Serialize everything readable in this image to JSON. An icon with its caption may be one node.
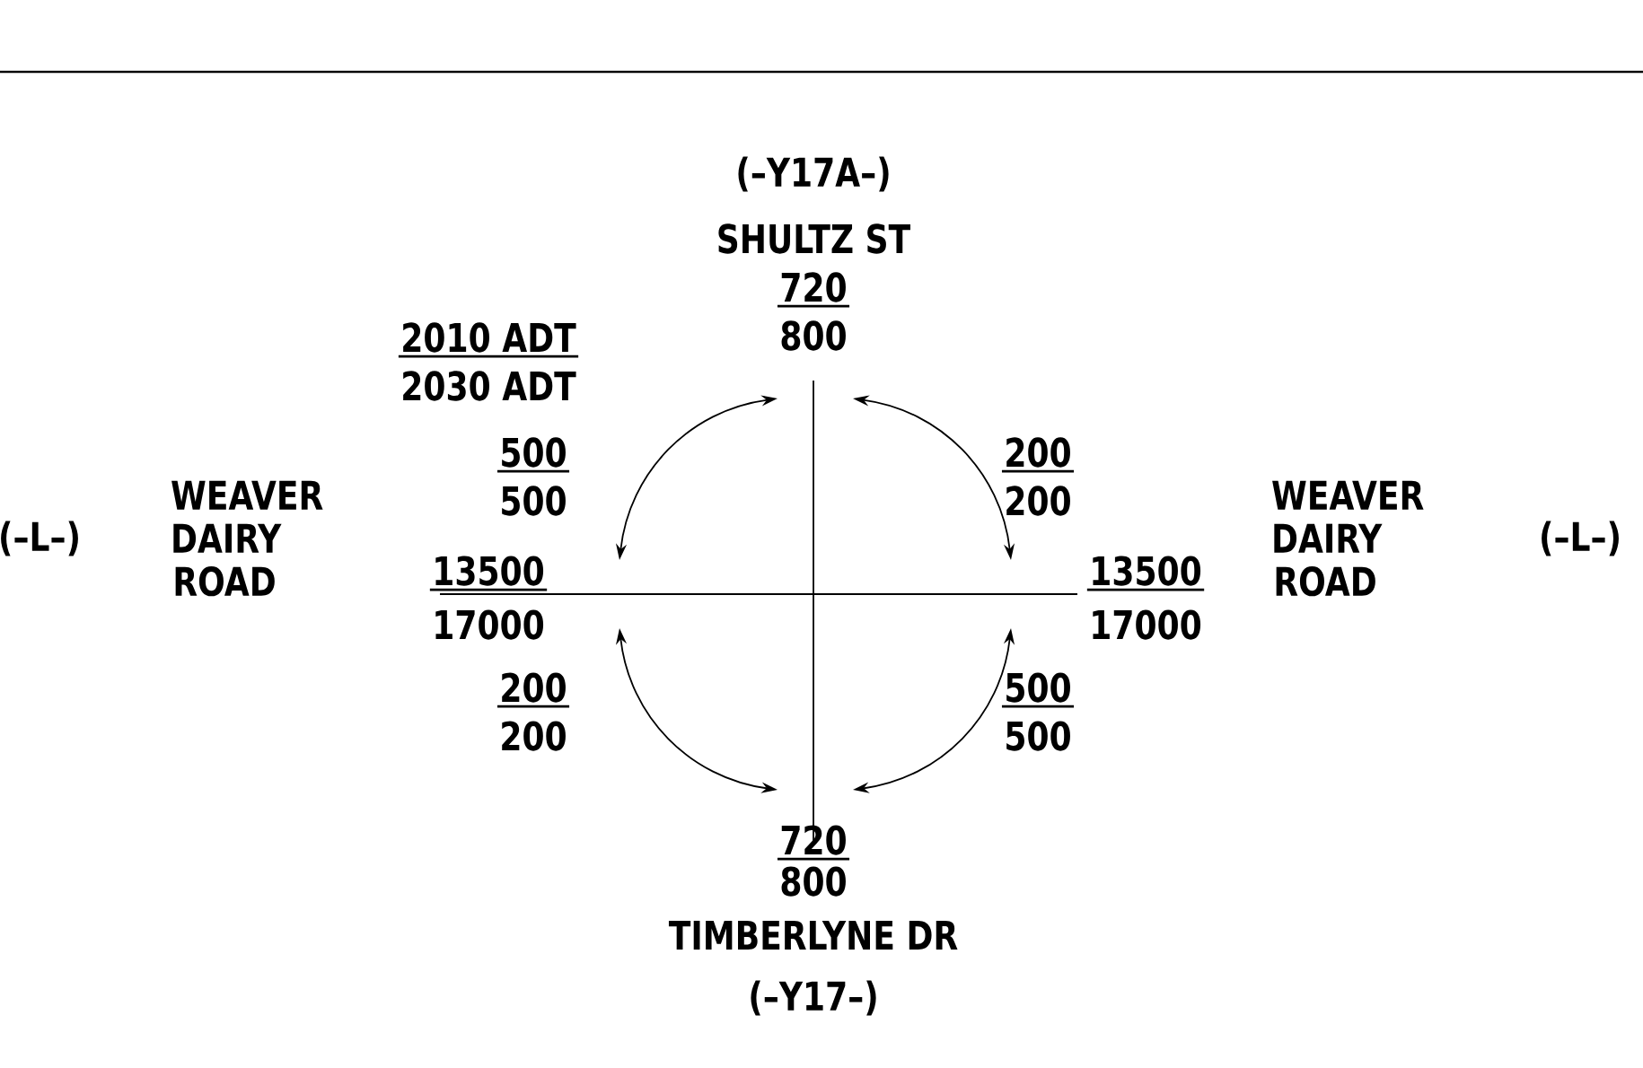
{
  "diagram": {
    "labels": [
      "(–Y17A–)",
      "SHULTZ ST",
      "720",
      "800",
      "2010 ADT",
      "2030 ADT",
      "500",
      "500",
      "200",
      "200",
      "(–L–)",
      "WEAVER DAIRY ROAD",
      "13500",
      "17000",
      "13500",
      "17000",
      "WEAVER DAIRY ROAD",
      "(–L–)",
      "200",
      "200",
      "500",
      "500",
      "720",
      "800",
      "TIMBERLYNE DR",
      "(–Y17–)"
    ]
  }
}
